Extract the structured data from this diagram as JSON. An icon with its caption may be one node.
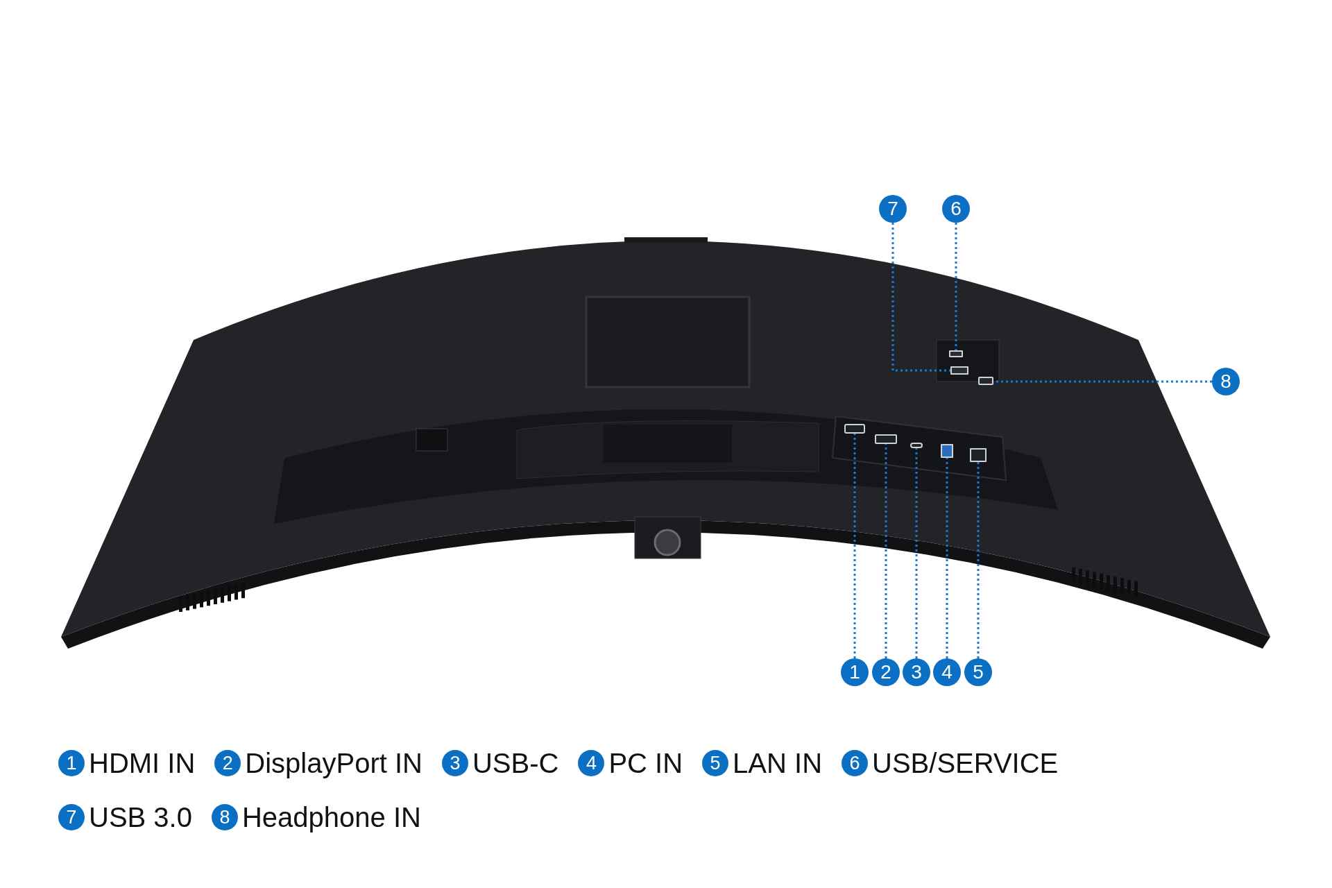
{
  "diagram": {
    "nodes": [
      {
        "text": [
          "7"
        ]
      },
      {
        "text": [
          "6"
        ]
      },
      {
        "text": [
          "8"
        ]
      },
      {
        "text": [
          "1"
        ]
      },
      {
        "text": [
          "2"
        ]
      },
      {
        "text": [
          "3"
        ]
      },
      {
        "text": [
          "4"
        ]
      },
      {
        "text": [
          "5"
        ]
      },
      {
        "text": [],
        "shape": "box"
      },
      {
        "text": [],
        "shape": "box"
      },
      {
        "text": [],
        "shape": "box"
      },
      {
        "text": [],
        "shape": "box"
      },
      {
        "text": [],
        "shape": "box"
      },
      {
        "text": [],
        "shape": "box"
      },
      {
        "text": [],
        "shape": "box"
      },
      {
        "text": [],
        "shape": "box"
      },
      {
        "text": [
          "1"
        ],
        "beside": [
          "HDMI IN"
        ]
      },
      {
        "text": [
          "2"
        ],
        "beside": [
          "DisplayPort IN"
        ]
      },
      {
        "text": [
          "3"
        ],
        "beside": [
          "USB-C"
        ]
      },
      {
        "text": [
          "4"
        ],
        "beside": [
          "PC IN"
        ]
      },
      {
        "text": [
          "5"
        ],
        "beside": [
          "LAN IN"
        ]
      },
      {
        "text": [
          "6"
        ],
        "beside": [
          "USB/SERVICE"
        ]
      },
      {
        "text": [
          "7"
        ],
        "beside": [
          "USB 3.0"
        ]
      },
      {
        "text": [
          "8"
        ],
        "beside": [
          "Headphone IN"
        ]
      }
    ],
    "edges": [
      {
        "from": 0,
        "to": 9,
        "arrow": "none"
      },
      {
        "from": 1,
        "to": 8,
        "arrow": "none"
      },
      {
        "from": 2,
        "to": 10,
        "arrow": "none"
      },
      {
        "from": 3,
        "to": 11,
        "arrow": "none"
      },
      {
        "from": 4,
        "to": 12,
        "arrow": "none"
      },
      {
        "from": 5,
        "to": 13,
        "arrow": "none"
      },
      {
        "from": 6,
        "to": 14,
        "arrow": "none"
      },
      {
        "from": 7,
        "to": 15,
        "arrow": "none"
      }
    ]
  }
}
